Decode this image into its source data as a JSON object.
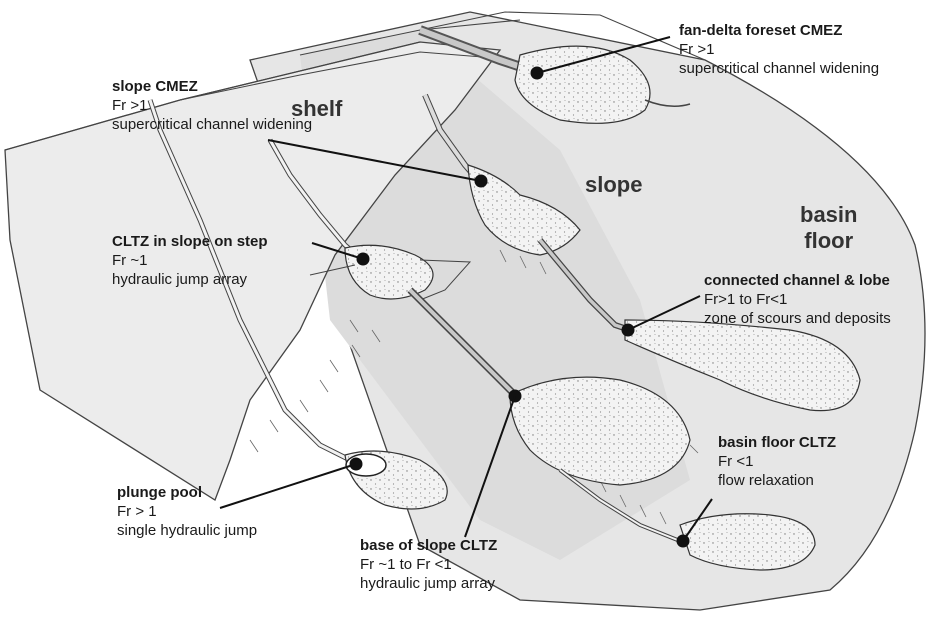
{
  "regions": {
    "shelf": "shelf",
    "slope": "slope",
    "basin_floor_line1": "basin",
    "basin_floor_line2": "floor"
  },
  "labels": {
    "fan_delta": {
      "title": "fan-delta foreset CMEZ",
      "line1": "Fr >1",
      "line2": "supercritical channel widening"
    },
    "slope_cmez": {
      "title": "slope CMEZ",
      "line1": "Fr >1",
      "line2": "supercritical channel widening"
    },
    "cltz_step": {
      "title": "CLTZ in slope on step",
      "line1": "Fr ~1",
      "line2": "hydraulic jump array"
    },
    "connected": {
      "title": "connected channel & lobe",
      "line1": "Fr>1 to Fr<1",
      "line2": "zone of scours and deposits"
    },
    "basin_cltz": {
      "title": "basin floor CLTZ",
      "line1": "Fr <1",
      "line2": "flow relaxation"
    },
    "plunge": {
      "title": "plunge pool",
      "line1": "Fr > 1",
      "line2": "single hydraulic jump"
    },
    "base_slope": {
      "title": "base of slope CLTZ",
      "line1": "Fr ~1 to Fr <1",
      "line2": "hydraulic jump array"
    }
  }
}
